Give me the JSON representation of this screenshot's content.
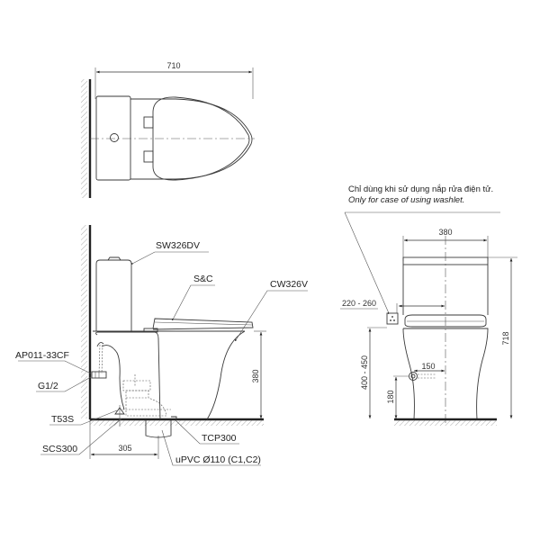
{
  "drawing": {
    "top_view": {
      "dimensions": {
        "overall_length": "710"
      }
    },
    "side_view": {
      "labels": {
        "tank": "SW326DV",
        "seat_cover": "S&C",
        "bowl": "CW326V",
        "supply_valve": "AP011-33CF",
        "thread": "G1/2",
        "floor_fixing": "T53S",
        "seal_kit": "SCS300",
        "drain_flange": "TCP300",
        "drain_pipe": "uPVC Ø110 (C1,C2)"
      },
      "dimensions": {
        "rim_height": "380",
        "drain_offset_from_wall": "305"
      }
    },
    "front_view": {
      "note_vi": "Chỉ dùng khi sử dụng nắp rửa điện tử.",
      "note_en": "Only for case of using washlet.",
      "dimensions": {
        "width": "380",
        "overall_height": "718",
        "outlet_offset": "220 - 260",
        "outlet_height": "400 - 450",
        "supply_offset": "150",
        "supply_height": "180"
      }
    }
  }
}
